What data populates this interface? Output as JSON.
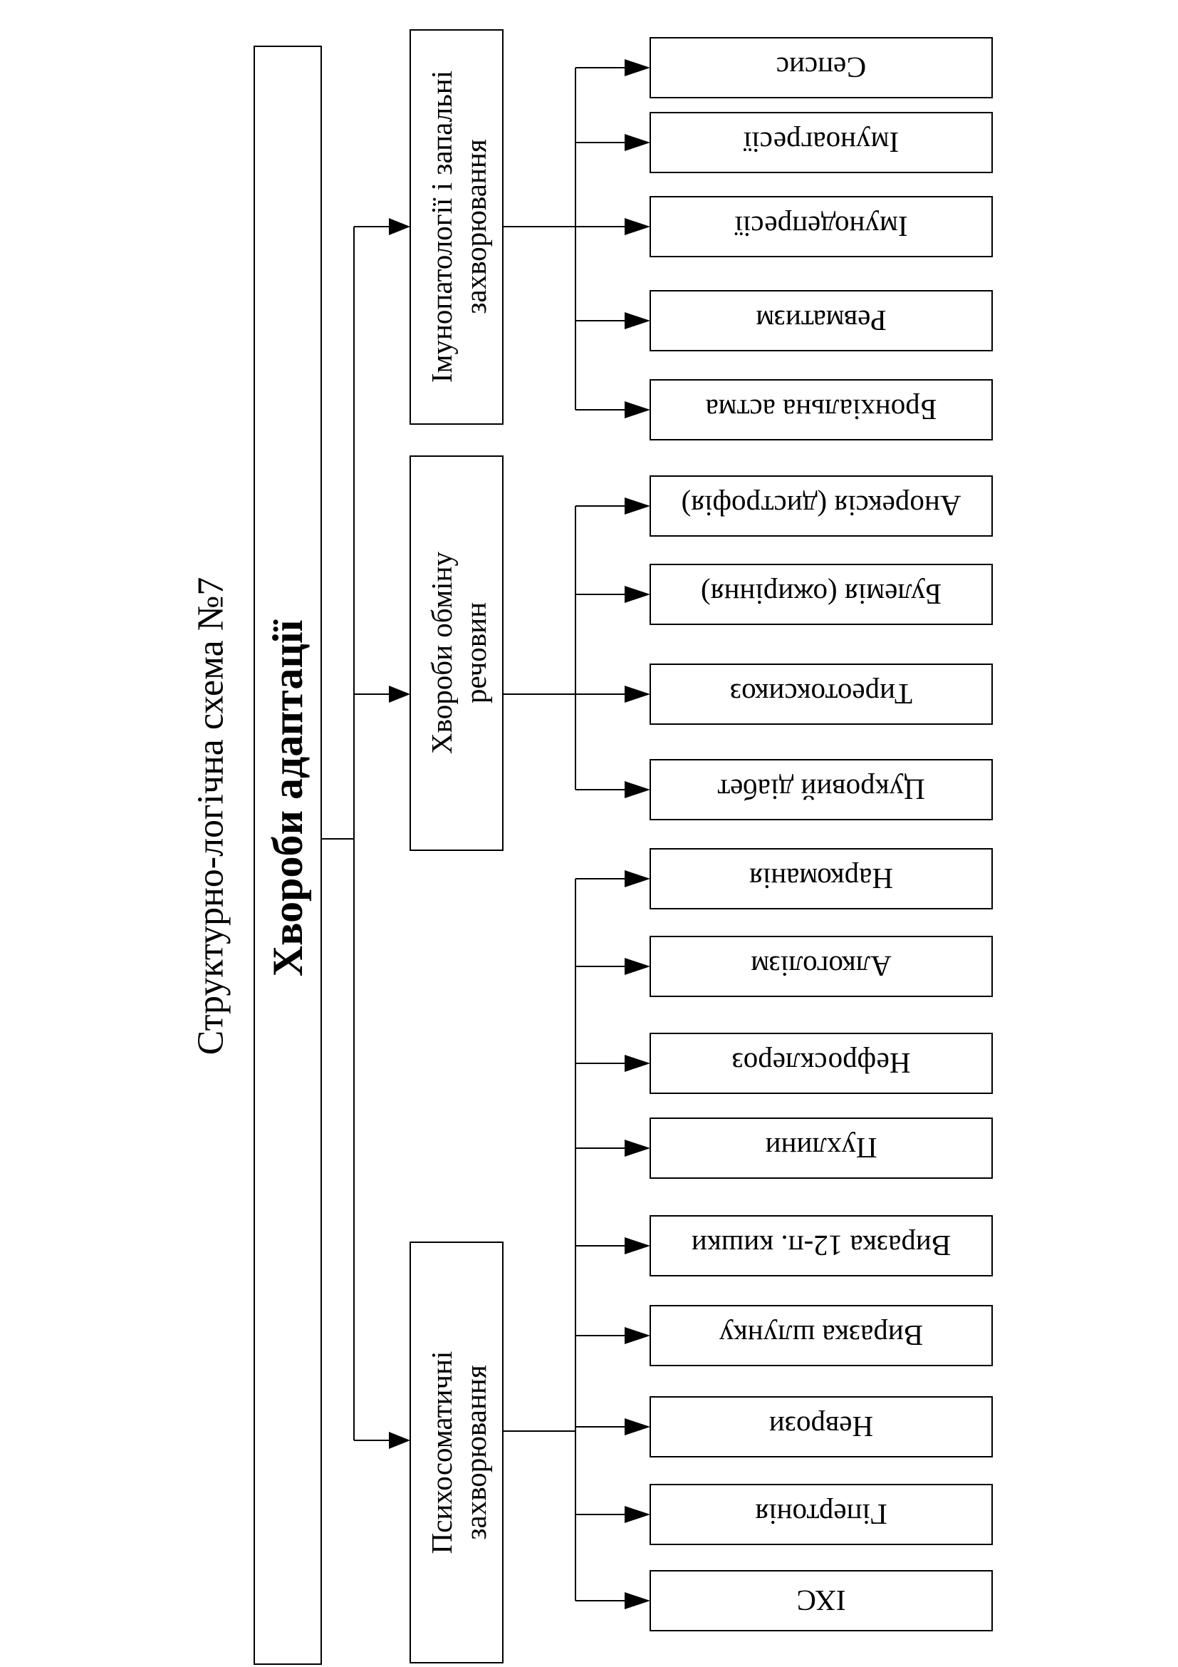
{
  "title": "Структурно-логічна схема №7",
  "main": "Хвороби адаптації",
  "categories": [
    {
      "lines": [
        "Імунопатології і запальні",
        "захворювання"
      ],
      "items": [
        "Сепсис",
        "Імуноагресії",
        "Імунодепресії",
        "Ревматизм",
        "Бронхіальна астма"
      ]
    },
    {
      "lines": [
        "Хвороби обміну",
        "речовин"
      ],
      "items": [
        "Анорексія (дистрофія)",
        "Булемія (ожиріння)",
        "Тиреотоксикоз",
        "Цукровий діабет"
      ]
    },
    {
      "lines": [
        "Психосоматичні",
        "захворювання"
      ],
      "items": [
        "Наркоманія",
        "Алкоголізм",
        "Нефросклероз",
        "Пухлини",
        "Виразка 12-п. кишки",
        "Виразка шлунку",
        "Неврози",
        "Гіпертонія",
        "ІХС"
      ]
    }
  ]
}
